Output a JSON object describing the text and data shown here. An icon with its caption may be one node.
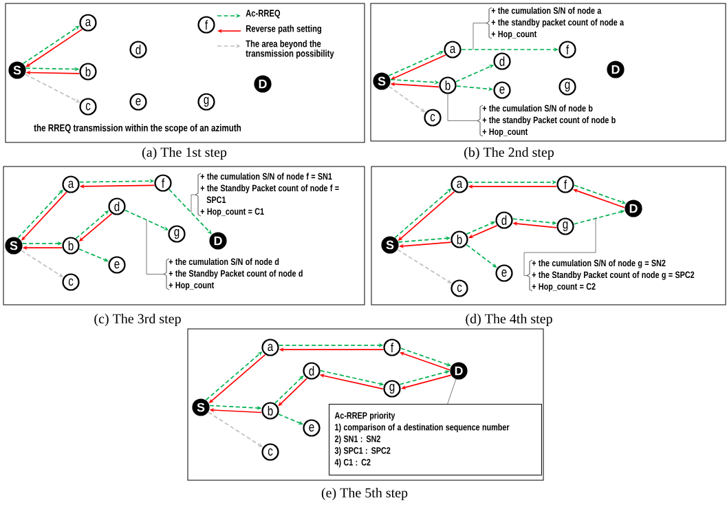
{
  "diagram": {
    "nodes": [
      {
        "text": [],
        "shape": "box",
        "beside": [
          "(a) The 1st step"
        ]
      },
      {
        "text": [
          "S"
        ],
        "in": 0
      },
      {
        "text": [
          "a"
        ],
        "in": 0
      },
      {
        "text": [
          "b"
        ],
        "in": 0
      },
      {
        "text": [
          "c"
        ],
        "in": 0
      },
      {
        "text": [
          "d"
        ],
        "in": 0
      },
      {
        "text": [
          "e"
        ],
        "in": 0
      },
      {
        "text": [
          "f"
        ],
        "in": 0
      },
      {
        "text": [
          "g"
        ],
        "in": 0
      },
      {
        "text": [
          "D"
        ],
        "in": 0
      },
      {
        "text": [],
        "shape": "box",
        "beside": [
          "(b) The 2nd step"
        ]
      },
      {
        "text": [
          "S"
        ],
        "in": 10
      },
      {
        "text": [
          "a"
        ],
        "in": 10
      },
      {
        "text": [
          "b"
        ],
        "in": 10
      },
      {
        "text": [
          "c"
        ],
        "in": 10
      },
      {
        "text": [
          "d"
        ],
        "in": 10
      },
      {
        "text": [
          "e"
        ],
        "in": 10
      },
      {
        "text": [
          "f"
        ],
        "in": 10
      },
      {
        "text": [
          "g"
        ],
        "in": 10
      },
      {
        "text": [
          "D"
        ],
        "in": 10
      },
      {
        "text": [
          "+ the cumulation S/N of node a",
          "+ the standby packet count of node a",
          "+ Hop_count"
        ],
        "in": 10
      },
      {
        "text": [
          "+ the cumulation S/N of node b",
          "+ the standby Packet count of node b",
          "+ Hop_count"
        ],
        "in": 10
      },
      {
        "text": [],
        "shape": "box",
        "beside": [
          "(c) The 3rd step"
        ]
      },
      {
        "text": [
          "S"
        ],
        "in": 22
      },
      {
        "text": [
          "a"
        ],
        "in": 22
      },
      {
        "text": [
          "b"
        ],
        "in": 22
      },
      {
        "text": [
          "c"
        ],
        "in": 22
      },
      {
        "text": [
          "d"
        ],
        "in": 22
      },
      {
        "text": [
          "e"
        ],
        "in": 22
      },
      {
        "text": [
          "f"
        ],
        "in": 22
      },
      {
        "text": [
          "g"
        ],
        "in": 22
      },
      {
        "text": [
          "D"
        ],
        "in": 22
      },
      {
        "text": [
          "+ the cumulation S/N of node f = SN1",
          "+ the Standby Packet count of node f = SPC1",
          "+ Hop_count = C1"
        ],
        "in": 22
      },
      {
        "text": [
          "+ the cumulation S/N of node d",
          "+ the Standby Packet count of node d",
          "+ Hop_count"
        ],
        "in": 22
      },
      {
        "text": [],
        "shape": "box",
        "beside": [
          "(d) The 4th step"
        ]
      },
      {
        "text": [
          "S"
        ],
        "in": 34
      },
      {
        "text": [
          "a"
        ],
        "in": 34
      },
      {
        "text": [
          "b"
        ],
        "in": 34
      },
      {
        "text": [
          "c"
        ],
        "in": 34
      },
      {
        "text": [
          "d"
        ],
        "in": 34
      },
      {
        "text": [
          "e"
        ],
        "in": 34
      },
      {
        "text": [
          "f"
        ],
        "in": 34
      },
      {
        "text": [
          "g"
        ],
        "in": 34
      },
      {
        "text": [
          "D"
        ],
        "in": 34
      },
      {
        "text": [
          "+ the cumulation S/N of node g = SN2",
          "+ the Standby Packet count of node g = SPC2",
          "+ Hop_count = C2"
        ],
        "in": 34
      },
      {
        "text": [],
        "shape": "box",
        "beside": [
          "(e) The 5th step"
        ]
      },
      {
        "text": [
          "S"
        ],
        "in": 45
      },
      {
        "text": [
          "a"
        ],
        "in": 45
      },
      {
        "text": [
          "b"
        ],
        "in": 45
      },
      {
        "text": [
          "c"
        ],
        "in": 45
      },
      {
        "text": [
          "d"
        ],
        "in": 45
      },
      {
        "text": [
          "e"
        ],
        "in": 45
      },
      {
        "text": [
          "f"
        ],
        "in": 45
      },
      {
        "text": [
          "g"
        ],
        "in": 45
      },
      {
        "text": [
          "D"
        ],
        "in": 45
      },
      {
        "text": [
          "Ac-RREP priority",
          "1) comparison of a destination sequence number",
          "2) SN1 : SN2",
          "3) SPC1 : SPC2",
          "4) C1 : C2"
        ],
        "in": 45
      }
    ],
    "edges": [
      {
        "from": 1,
        "to": 2,
        "arrow": "to",
        "style": "dashed"
      },
      {
        "from": 2,
        "to": 1,
        "arrow": "to",
        "color": "#ff0000"
      },
      {
        "from": 1,
        "to": 3,
        "arrow": "to",
        "style": "dashed"
      },
      {
        "from": 3,
        "to": 1,
        "arrow": "to",
        "color": "#ff0000"
      },
      {
        "from": 1,
        "to": 4,
        "arrow": "to",
        "style": "dashed",
        "color": "#bfbfbf"
      },
      {
        "from": 11,
        "to": 12,
        "arrow": "to",
        "style": "dashed"
      },
      {
        "from": 12,
        "to": 11,
        "arrow": "to",
        "color": "#ff0000"
      },
      {
        "from": 11,
        "to": 13,
        "arrow": "to",
        "style": "dashed"
      },
      {
        "from": 13,
        "to": 11,
        "arrow": "to",
        "color": "#ff0000"
      },
      {
        "from": 11,
        "to": 14,
        "arrow": "to",
        "style": "dashed",
        "color": "#bfbfbf"
      },
      {
        "from": 12,
        "to": 17,
        "arrow": "to",
        "style": "dashed"
      },
      {
        "from": 13,
        "to": 15,
        "arrow": "to",
        "style": "dashed"
      },
      {
        "from": 13,
        "to": 16,
        "arrow": "to",
        "style": "dashed"
      },
      {
        "from": 20,
        "to": null,
        "arrow": "none",
        "color": "#404040"
      },
      {
        "from": 21,
        "to": 13,
        "arrow": "none",
        "color": "#404040"
      },
      {
        "from": 23,
        "to": 24,
        "arrow": "to",
        "style": "dashed"
      },
      {
        "from": 24,
        "to": 23,
        "arrow": "to",
        "color": "#ff0000"
      },
      {
        "from": 23,
        "to": 25,
        "arrow": "to",
        "style": "dashed"
      },
      {
        "from": 25,
        "to": 23,
        "arrow": "to",
        "color": "#ff0000"
      },
      {
        "from": 23,
        "to": 26,
        "arrow": "to",
        "style": "dashed",
        "color": "#bfbfbf"
      },
      {
        "from": 24,
        "to": 29,
        "arrow": "to",
        "style": "dashed"
      },
      {
        "from": 29,
        "to": 24,
        "arrow": "to",
        "color": "#ff0000"
      },
      {
        "from": 25,
        "to": 27,
        "arrow": "to",
        "style": "dashed"
      },
      {
        "from": 27,
        "to": 25,
        "arrow": "to",
        "color": "#ff0000"
      },
      {
        "from": 25,
        "to": 28,
        "arrow": "to",
        "style": "dashed"
      },
      {
        "from": 27,
        "to": 30,
        "arrow": "to",
        "style": "dashed"
      },
      {
        "from": 29,
        "to": 31,
        "arrow": "to",
        "style": "dashed"
      },
      {
        "from": 32,
        "to": null,
        "arrow": "none",
        "color": "#404040"
      },
      {
        "from": 33,
        "to": null,
        "arrow": "none",
        "color": "#404040"
      },
      {
        "from": 35,
        "to": 36,
        "arrow": "to",
        "style": "dashed"
      },
      {
        "from": 36,
        "to": 35,
        "arrow": "to",
        "color": "#ff0000"
      },
      {
        "from": 35,
        "to": 37,
        "arrow": "to",
        "style": "dashed"
      },
      {
        "from": 37,
        "to": 35,
        "arrow": "to",
        "color": "#ff0000"
      },
      {
        "from": 35,
        "to": 38,
        "arrow": "to",
        "style": "dashed",
        "color": "#bfbfbf"
      },
      {
        "from": 36,
        "to": 41,
        "arrow": "to",
        "style": "dashed"
      },
      {
        "from": 41,
        "to": 36,
        "arrow": "to",
        "color": "#ff0000"
      },
      {
        "from": 37,
        "to": 39,
        "arrow": "to",
        "style": "dashed"
      },
      {
        "from": 39,
        "to": 37,
        "arrow": "to",
        "color": "#ff0000"
      },
      {
        "from": 37,
        "to": 40,
        "arrow": "to",
        "style": "dashed"
      },
      {
        "from": 39,
        "to": 42,
        "arrow": "to",
        "style": "dashed"
      },
      {
        "from": 42,
        "to": 39,
        "arrow": "to",
        "color": "#ff0000"
      },
      {
        "from": 41,
        "to": 43,
        "arrow": "to",
        "style": "dashed"
      },
      {
        "from": 43,
        "to": 41,
        "arrow": "to",
        "color": "#ff0000"
      },
      {
        "from": 42,
        "to": 43,
        "arrow": "to",
        "style": "dashed"
      },
      {
        "from": 44,
        "to": null,
        "arrow": "none",
        "color": "#404040"
      },
      {
        "from": 46,
        "to": 47,
        "arrow": "to",
        "style": "dashed"
      },
      {
        "from": 47,
        "to": 46,
        "arrow": "to",
        "color": "#ff0000"
      },
      {
        "from": 46,
        "to": 48,
        "arrow": "to",
        "style": "dashed"
      },
      {
        "from": 48,
        "to": 46,
        "arrow": "to",
        "color": "#ff0000"
      },
      {
        "from": 46,
        "to": 49,
        "arrow": "to",
        "style": "dashed",
        "color": "#bfbfbf"
      },
      {
        "from": 47,
        "to": 52,
        "arrow": "to",
        "style": "dashed"
      },
      {
        "from": 52,
        "to": 47,
        "arrow": "to",
        "color": "#ff0000"
      },
      {
        "from": 48,
        "to": 50,
        "arrow": "to",
        "style": "dashed"
      },
      {
        "from": 50,
        "to": 48,
        "arrow": "to",
        "color": "#ff0000"
      },
      {
        "from": 48,
        "to": 51,
        "arrow": "to",
        "style": "dashed"
      },
      {
        "from": 50,
        "to": 53,
        "arrow": "to",
        "style": "dashed"
      },
      {
        "from": 53,
        "to": 50,
        "arrow": "to",
        "color": "#ff0000"
      },
      {
        "from": 52,
        "to": 54,
        "arrow": "to",
        "style": "dashed"
      },
      {
        "from": 54,
        "to": 52,
        "arrow": "to",
        "color": "#ff0000"
      },
      {
        "from": 53,
        "to": 54,
        "arrow": "to",
        "style": "dashed"
      },
      {
        "from": 54,
        "to": 53,
        "arrow": "to",
        "color": "#ff0000"
      },
      {
        "from": 55,
        "to": 54,
        "arrow": "none",
        "color": "#404040"
      }
    ],
    "labels": [
      "the RREQ transmission within the scope of an azimuth"
    ],
    "legend": [
      {
        "text": "Ac-RREQ"
      },
      {
        "text": "Reverse path setting"
      },
      {
        "text": "The area beyond the transmission possibility"
      }
    ]
  }
}
